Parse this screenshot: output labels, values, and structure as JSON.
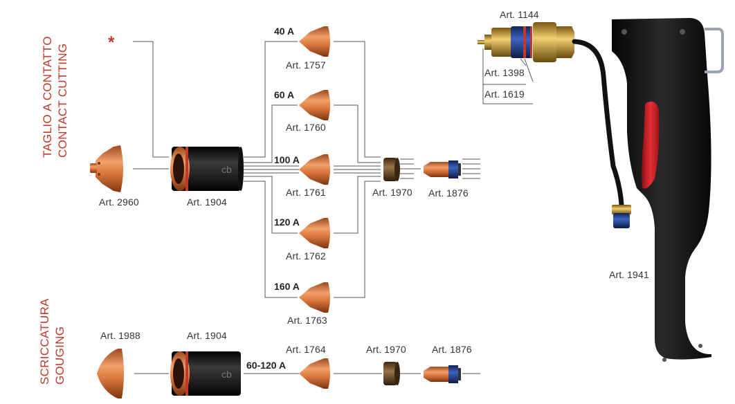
{
  "sections": {
    "cutting": {
      "line1": "TAGLIO A CONTATTO",
      "line2": "CONTACT CUTTING",
      "marker": "*"
    },
    "gouging": {
      "line1": "SCRICCATURA",
      "line2": "GOUGING"
    }
  },
  "parts": {
    "art_2960": "Art. 2960",
    "art_1904": "Art. 1904",
    "art_1757": "Art. 1757",
    "art_1760": "Art. 1760",
    "art_1761": "Art. 1761",
    "art_1762": "Art. 1762",
    "art_1763": "Art. 1763",
    "art_1970": "Art. 1970",
    "art_1876": "Art. 1876",
    "art_1988": "Art. 1988",
    "art_1904_b": "Art. 1904",
    "art_1764": "Art. 1764",
    "art_1970_b": "Art. 1970",
    "art_1876_b": "Art. 1876",
    "art_1144": "Art. 1144",
    "art_1398": "Art. 1398",
    "art_1619": "Art. 1619",
    "art_1941": "Art. 1941"
  },
  "currents": {
    "a40": "40 A",
    "a60": "60 A",
    "a100": "100 A",
    "a120": "120 A",
    "a160": "160 A",
    "a60_120": "60-120 A"
  },
  "colors": {
    "accent_red": "#c0392b",
    "copper": "#c96a35",
    "bronze": "#6b4a2a",
    "brass": "#c9a040",
    "body_black": "#1a1a1a",
    "blue_ring": "#1f3f8f"
  }
}
